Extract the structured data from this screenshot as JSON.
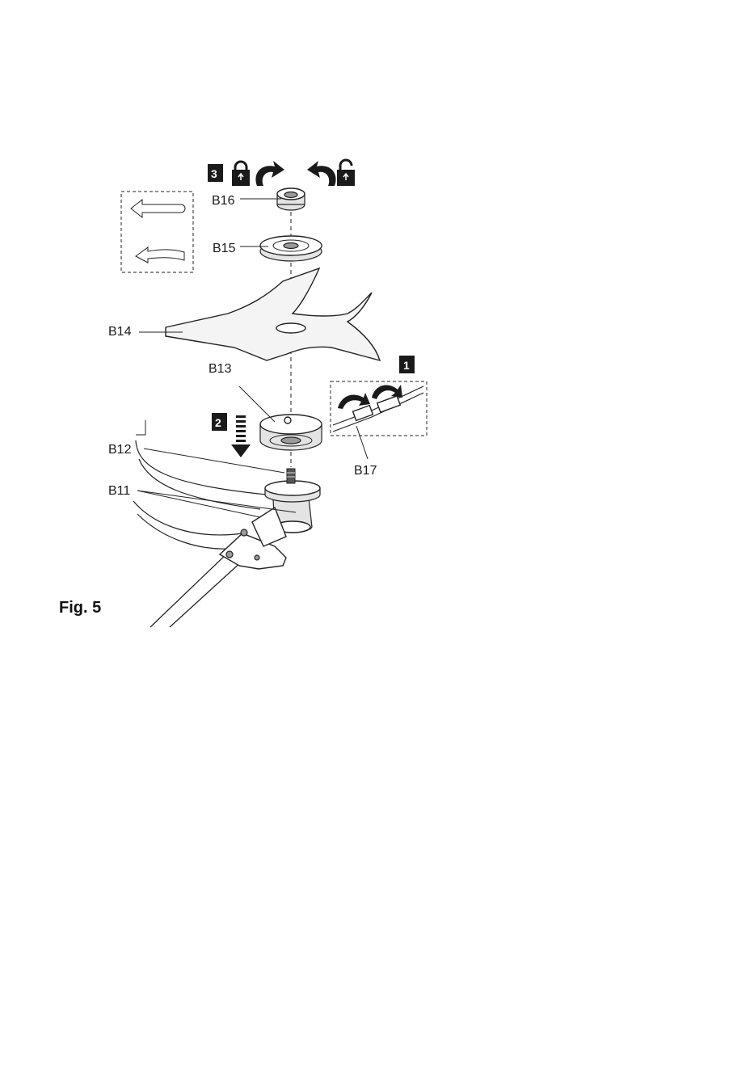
{
  "figure": {
    "caption": "Fig. 5",
    "steps": [
      "1",
      "2",
      "3"
    ],
    "parts": {
      "b11": "B11",
      "b12": "B12",
      "b13": "B13",
      "b14": "B14",
      "b15": "B15",
      "b16": "B16",
      "b17": "B17"
    },
    "icons": {
      "tighten": "lock-rotate-right-icon",
      "loosen": "rotate-left-lock-icon",
      "legend": "direction-arrow-legend-icon"
    },
    "colors": {
      "ink": "#222222",
      "paper": "#ffffff",
      "shade": "#9a9a9a"
    }
  }
}
